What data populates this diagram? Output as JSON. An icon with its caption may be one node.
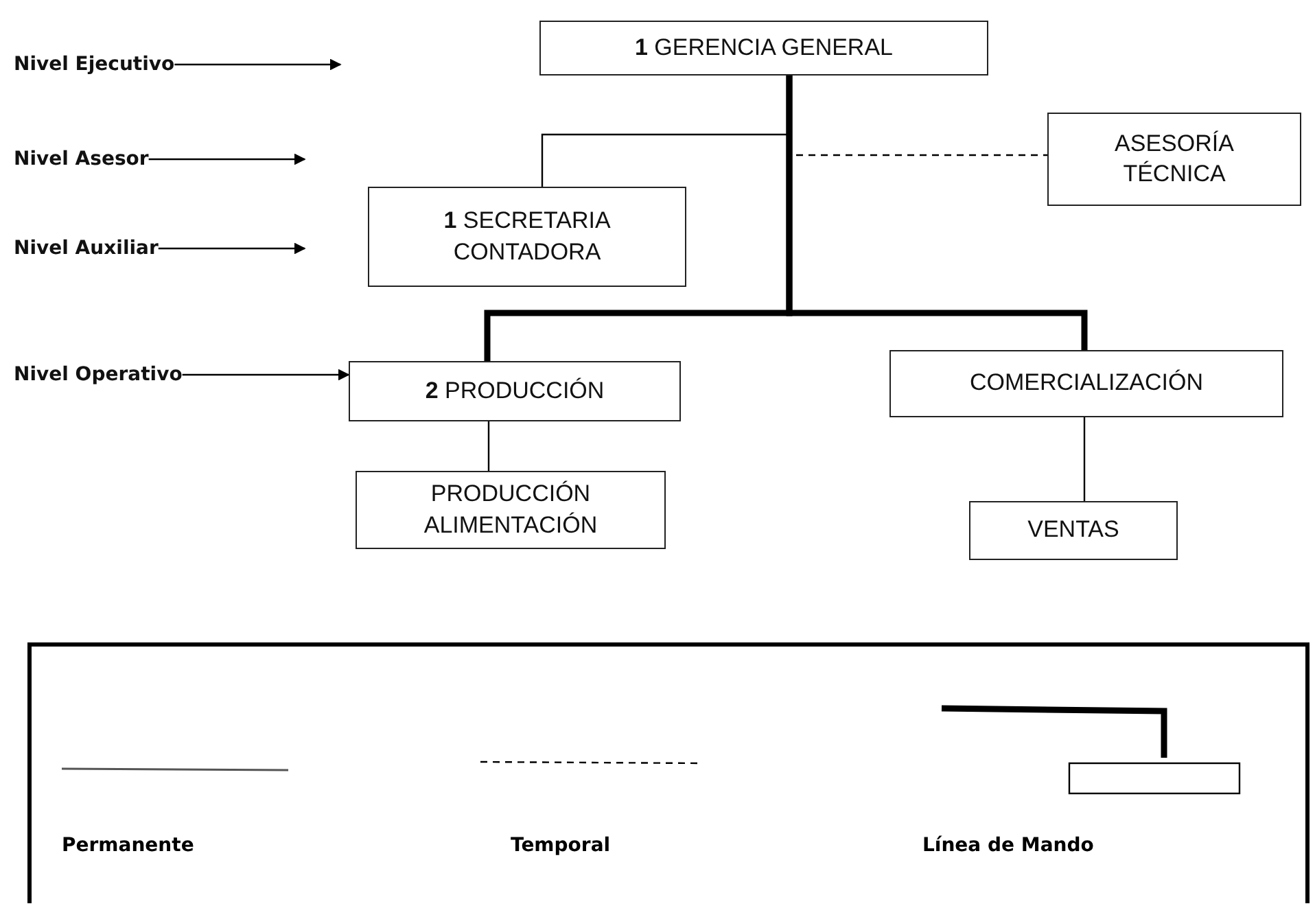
{
  "diagram": {
    "nodes": [
      {
        "text": [
          "Nivel Ejecutivo"
        ]
      },
      {
        "text": [
          "**1** GERENCIA GENERAL"
        ]
      },
      {
        "text": [
          "Nivel Asesor"
        ]
      },
      {
        "text": [
          "ASESORÍA TÉCNICA"
        ]
      },
      {
        "text": [
          "Nivel Auxiliar"
        ]
      },
      {
        "text": [
          "**1** SECRETARIA CONTADORA"
        ]
      },
      {
        "text": [
          "Nivel Operativo"
        ]
      },
      {
        "text": [
          "**2** PRODUCCIÓN"
        ]
      },
      {
        "text": [
          "COMERCIALIZACIÓN"
        ]
      },
      {
        "text": [
          "PRODUCCIÓN ALIMENTACIÓN"
        ]
      },
      {
        "text": [
          "VENTAS"
        ]
      }
    ],
    "edges": [
      {
        "from": 1,
        "to": 5,
        "arrow": "none"
      },
      {
        "from": 1,
        "to": 3,
        "arrow": "none",
        "style": "dashed"
      },
      {
        "from": 1,
        "to": 7,
        "arrow": "none",
        "style": "thick"
      },
      {
        "from": 1,
        "to": 8,
        "arrow": "none",
        "style": "thick"
      },
      {
        "from": 7,
        "to": 9,
        "arrow": "none"
      },
      {
        "from": 8,
        "to": 10,
        "arrow": "none"
      },
      {
        "from": 0,
        "to": null,
        "arrow": "to"
      },
      {
        "from": 2,
        "to": null,
        "arrow": "to"
      },
      {
        "from": 4,
        "to": null,
        "arrow": "to"
      },
      {
        "from": 6,
        "to": 7,
        "arrow": "to"
      }
    ],
    "legend": [
      {
        "text": "Permanente"
      },
      {
        "text": "Temporal"
      },
      {
        "text": "Línea de Mando"
      }
    ]
  }
}
